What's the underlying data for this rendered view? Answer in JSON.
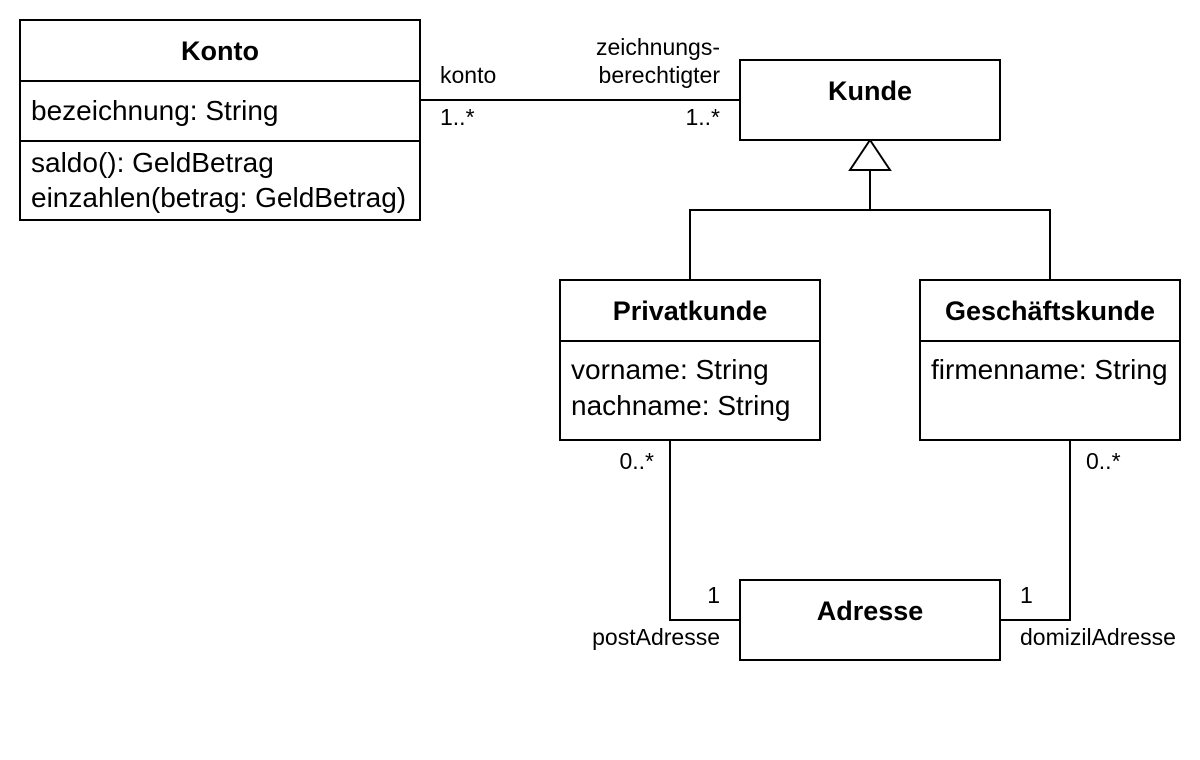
{
  "classes": {
    "konto": {
      "name": "Konto",
      "attributes": [
        "bezeichnung: String"
      ],
      "operations": [
        "saldo(): GeldBetrag",
        "einzahlen(betrag: GeldBetrag)"
      ]
    },
    "kunde": {
      "name": "Kunde"
    },
    "privatkunde": {
      "name": "Privatkunde",
      "attributes": [
        "vorname: String",
        "nachname: String"
      ]
    },
    "geschaeftskunde": {
      "name": "Geschäftskunde",
      "attributes": [
        "firmenname: String"
      ]
    },
    "adresse": {
      "name": "Adresse"
    }
  },
  "associations": {
    "konto_kunde": {
      "konto_role": "konto",
      "konto_mult": "1..*",
      "kunde_role_line1": "zeichnungs-",
      "kunde_role_line2": "berechtigter",
      "kunde_mult": "1..*"
    },
    "privat_adresse": {
      "privat_mult": "0..*",
      "adresse_mult": "1",
      "role": "postAdresse"
    },
    "geschaeft_adresse": {
      "geschaeft_mult": "0..*",
      "adresse_mult": "1",
      "role": "domizilAdresse"
    }
  }
}
